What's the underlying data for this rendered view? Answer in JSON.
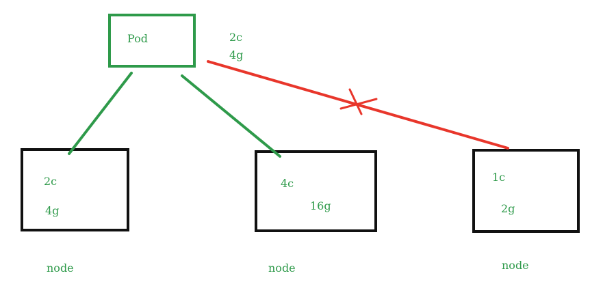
{
  "colors": {
    "green": "#2e9a4a",
    "red": "#e8362b",
    "black": "#111111",
    "text_green": "#2e9a4a"
  },
  "pod": {
    "label": "Pod",
    "cpu": "2c",
    "mem": "4g"
  },
  "nodes": [
    {
      "cpu": "2c",
      "mem": "4g",
      "caption": "node",
      "fits": true
    },
    {
      "cpu": "4c",
      "mem": "16g",
      "caption": "node",
      "fits": true
    },
    {
      "cpu": "1c",
      "mem": "2g",
      "caption": "node",
      "fits": false
    }
  ]
}
